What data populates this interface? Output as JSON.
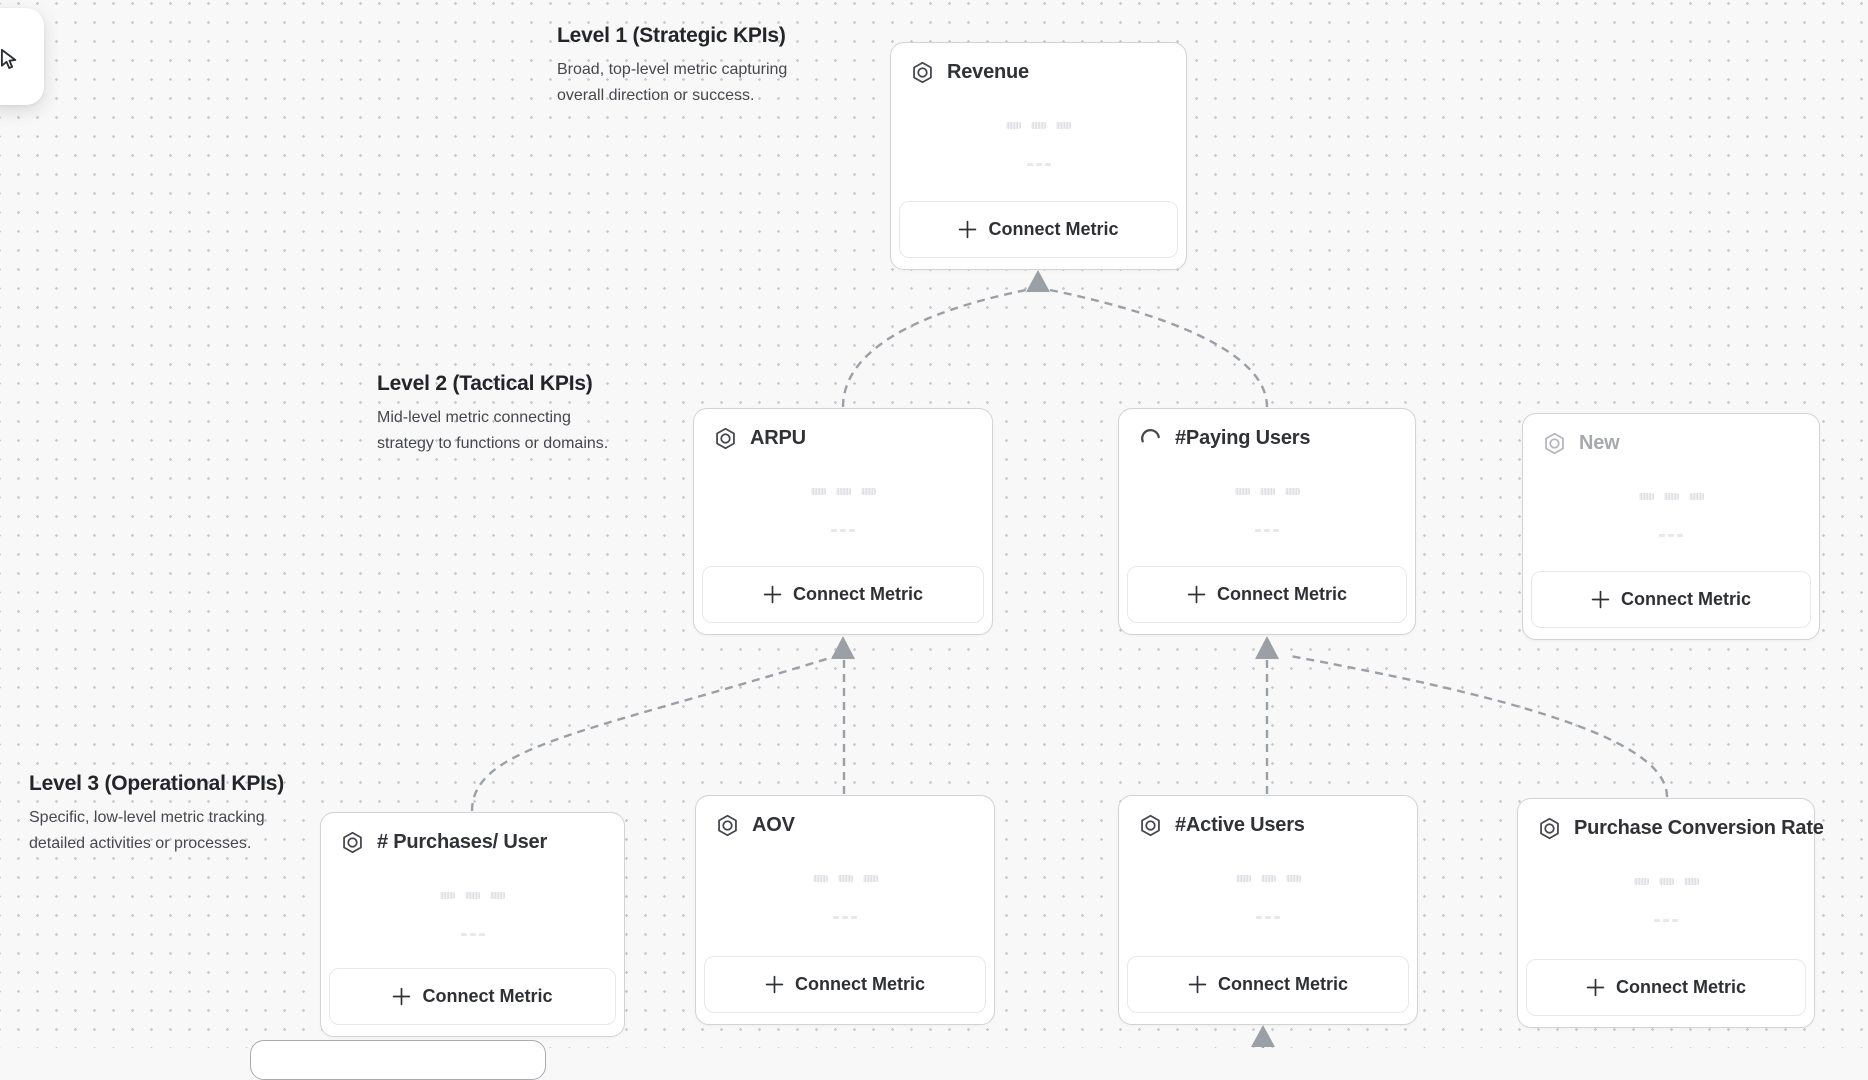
{
  "toolbar": {
    "select_tool_icon": "cursor-pointer-icon"
  },
  "levels": [
    {
      "title": "Level 1 (Strategic KPIs)",
      "desc_lines": [
        "Broad, top-level metric capturing",
        "overall direction or success."
      ]
    },
    {
      "title": "Level 2 (Tactical KPIs)",
      "desc_lines": [
        "Mid-level metric connecting",
        "strategy to functions or domains."
      ]
    },
    {
      "title": "Level 3 (Operational KPIs)",
      "desc_lines": [
        "Specific, low-level metric tracking",
        "detailed activities or processes."
      ]
    }
  ],
  "cards": [
    {
      "key": "revenue",
      "title": "Revenue",
      "icon": "metric-hexagon-icon",
      "muted": false,
      "connect_label": "Connect Metric"
    },
    {
      "key": "arpu",
      "title": "ARPU",
      "icon": "metric-hexagon-icon",
      "muted": false,
      "connect_label": "Connect Metric"
    },
    {
      "key": "paying-users",
      "title": "#Paying Users",
      "icon": "spinner-icon",
      "muted": false,
      "connect_label": "Connect Metric"
    },
    {
      "key": "new",
      "title": "New",
      "icon": "metric-hexagon-icon",
      "muted": true,
      "connect_label": "Connect Metric"
    },
    {
      "key": "purchases-per-user",
      "title": "# Purchases/ User",
      "icon": "metric-hexagon-icon",
      "muted": false,
      "connect_label": "Connect Metric"
    },
    {
      "key": "aov",
      "title": "AOV",
      "icon": "metric-hexagon-icon",
      "muted": false,
      "connect_label": "Connect Metric"
    },
    {
      "key": "active-users",
      "title": "#Active Users",
      "icon": "metric-hexagon-icon",
      "muted": false,
      "connect_label": "Connect Metric"
    },
    {
      "key": "purchase-conversion-rate",
      "title": "Purchase Conversion Rate",
      "icon": "metric-hexagon-icon",
      "muted": false,
      "connect_label": "Connect Metric"
    }
  ],
  "colors": {
    "canvas_bg": "#f8f8f8",
    "dot": "#c7c9cd",
    "connector": "#9aa0a6",
    "card_border": "#d2d3d6",
    "title_text": "#303236",
    "muted_text": "#a7a9ad"
  }
}
